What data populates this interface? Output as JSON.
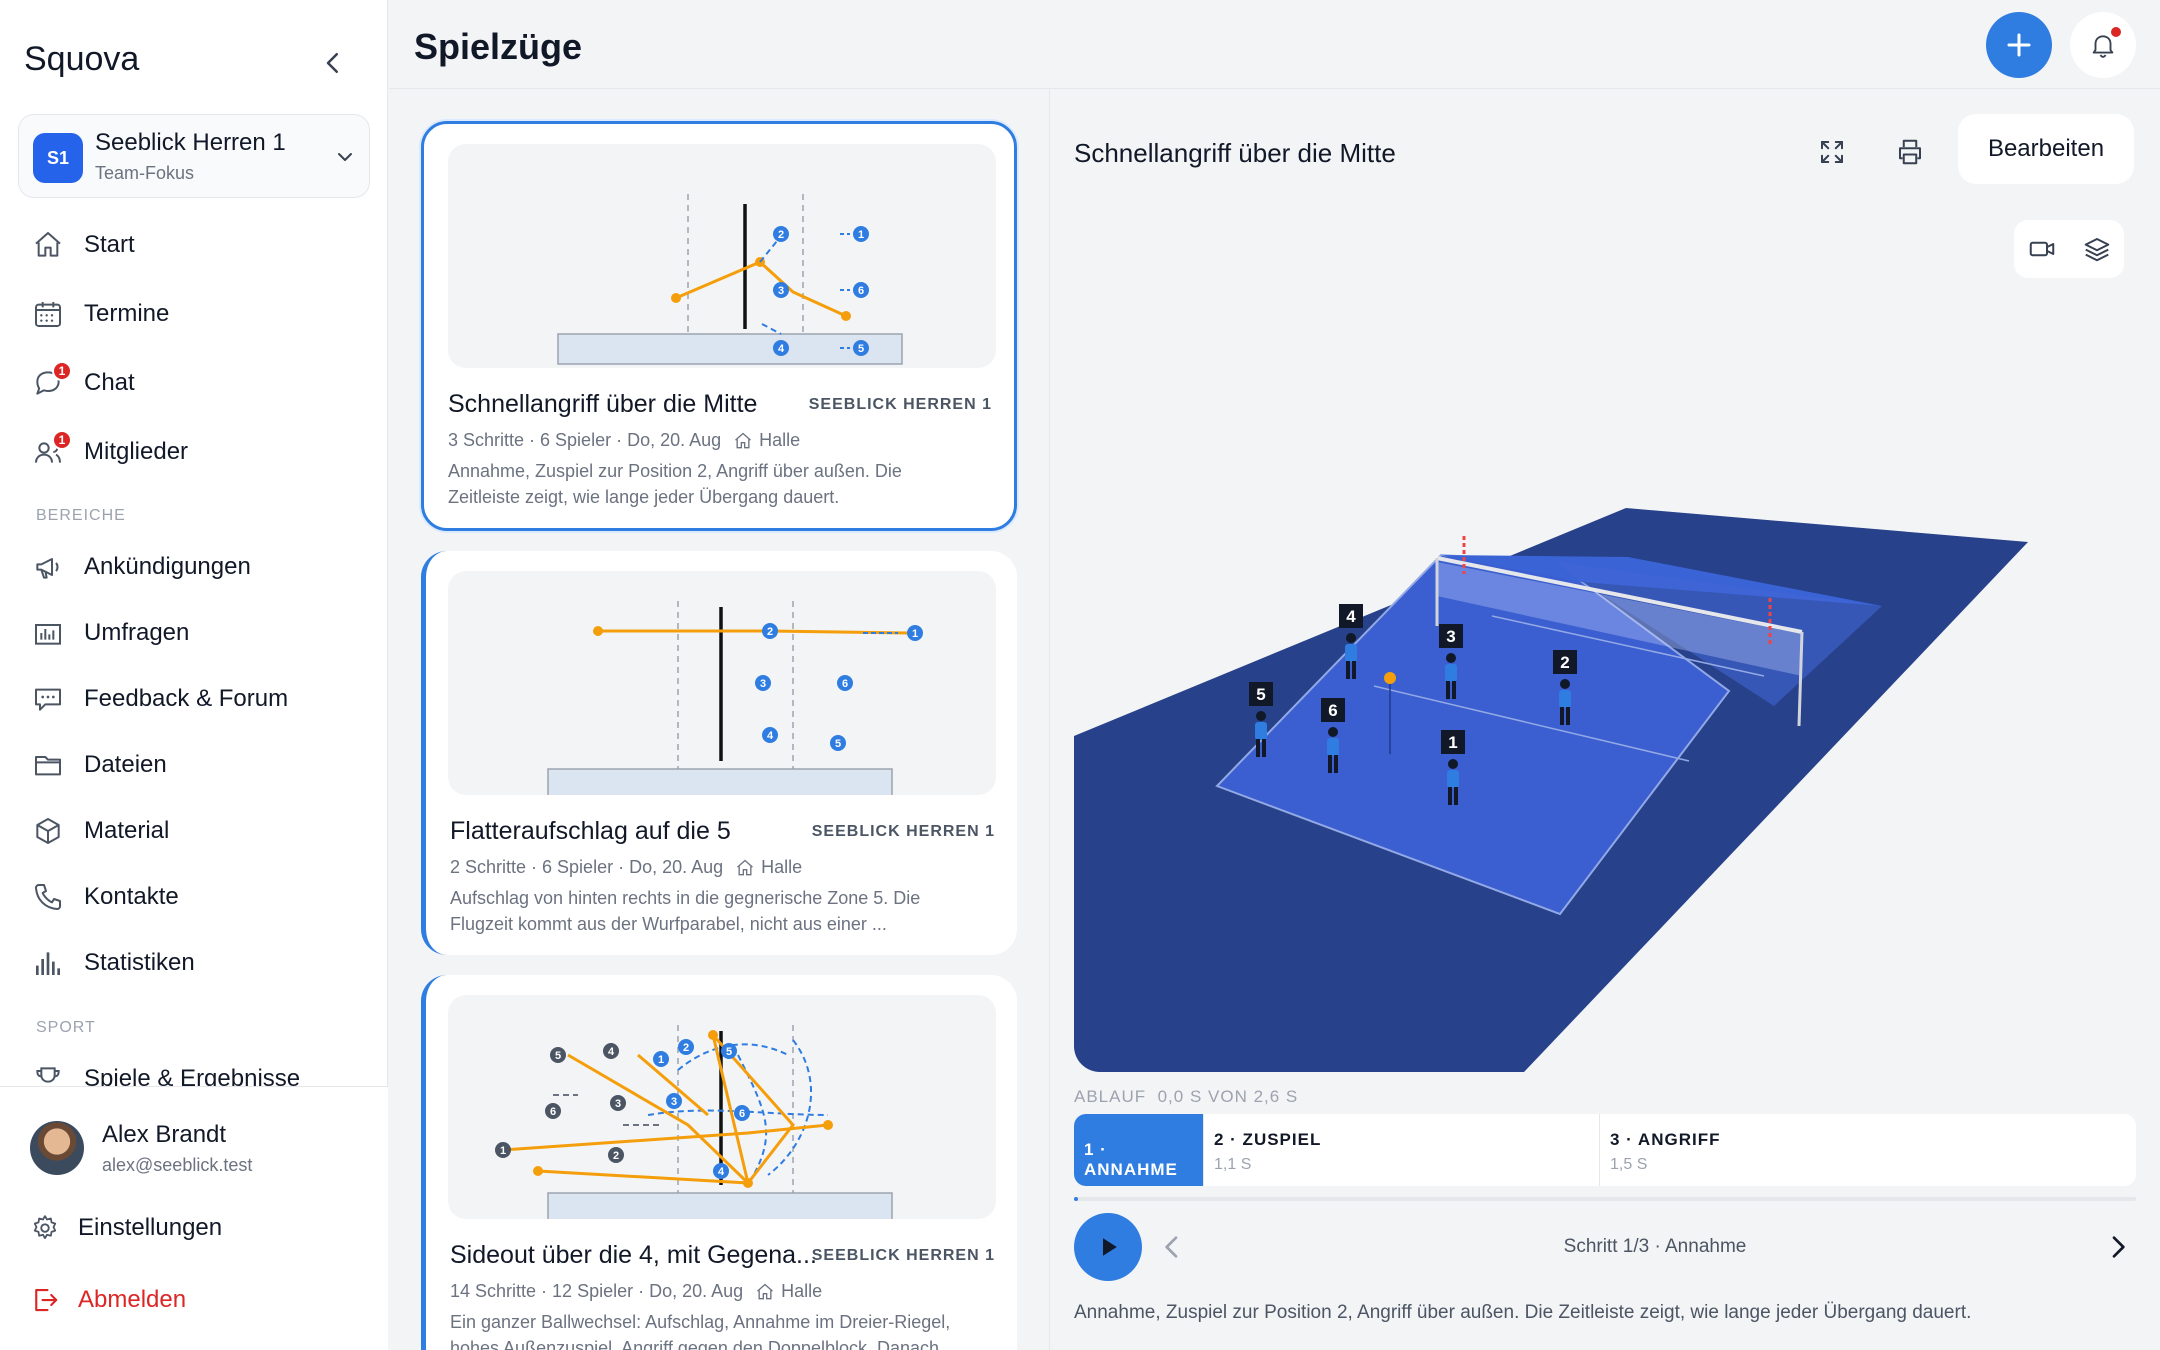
{
  "sidebar": {
    "brand": "Squova",
    "team": {
      "badge": "S1",
      "name": "Seeblick Herren 1",
      "subtitle": "Team-Fokus"
    },
    "nav_main": [
      {
        "label": "Start",
        "icon": "home-icon"
      },
      {
        "label": "Termine",
        "icon": "calendar-icon"
      },
      {
        "label": "Chat",
        "icon": "chat-icon",
        "badge": "1"
      },
      {
        "label": "Mitglieder",
        "icon": "users-icon",
        "badge": "1"
      }
    ],
    "section_bereiche": "BEREICHE",
    "nav_bereiche": [
      {
        "label": "Ankündigungen",
        "icon": "megaphone-icon"
      },
      {
        "label": "Umfragen",
        "icon": "poll-icon"
      },
      {
        "label": "Feedback & Forum",
        "icon": "forum-icon"
      },
      {
        "label": "Dateien",
        "icon": "folder-icon"
      },
      {
        "label": "Material",
        "icon": "box-icon"
      },
      {
        "label": "Kontakte",
        "icon": "phone-icon"
      },
      {
        "label": "Statistiken",
        "icon": "stats-icon"
      }
    ],
    "section_sport": "SPORT",
    "nav_sport": [
      {
        "label": "Spiele & Ergebnisse",
        "icon": "trophy-icon"
      }
    ],
    "user": {
      "name": "Alex Brandt",
      "email": "alex@seeblick.test"
    },
    "settings_label": "Einstellungen",
    "logout_label": "Abmelden"
  },
  "header": {
    "title": "Spielzüge"
  },
  "plays": [
    {
      "title": "Schnellangriff über die Mitte",
      "team": "SEEBLICK HERREN 1",
      "meta": "3 Schritte · 6 Spieler · Do, 20. Aug",
      "location": "Halle",
      "description": "Annahme, Zuspiel zur Position 2, Angriff über außen. Die Zeitleiste zeigt, wie lange jeder Übergang dauert.",
      "selected": true
    },
    {
      "title": "Flatteraufschlag auf die 5",
      "team": "SEEBLICK HERREN 1",
      "meta": "2 Schritte · 6 Spieler · Do, 20. Aug",
      "location": "Halle",
      "description": "Aufschlag von hinten rechts in die gegnerische Zone 5. Die Flugzeit kommt aus der Wurfparabel, nicht aus einer ...",
      "selected": false
    },
    {
      "title": "Sideout über die 4, mit Gegena...",
      "team": "SEEBLICK HERREN 1",
      "meta": "14 Schritte · 12 Spieler · Do, 20. Aug",
      "location": "Halle",
      "description": "Ein ganzer Ballwechsel: Aufschlag, Annahme im Dreier-Riegel, hohes Außenzuspiel, Angriff gegen den Doppelblock. Danach",
      "selected": false
    }
  ],
  "detail": {
    "title": "Schnellangriff über die Mitte",
    "edit_label": "Bearbeiten",
    "timeline_label": "ABLAUF",
    "timeline_time": "0,0 S VON 2,6 S",
    "progress": 0.0,
    "steps": [
      {
        "name": "1 · ANNAHME",
        "duration": "",
        "active": true
      },
      {
        "name": "2 · ZUSPIEL",
        "duration": "1,1 S",
        "active": false
      },
      {
        "name": "3 · ANGRIFF",
        "duration": "1,5 S",
        "active": false
      }
    ],
    "step_info": "Schritt 1/3 · Annahme",
    "description": "Annahme, Zuspiel zur Position 2, Angriff über außen. Die Zeitleiste zeigt, wie lange jeder Übergang dauert.",
    "players": [
      "5",
      "4",
      "3",
      "2",
      "6",
      "1"
    ]
  },
  "colors": {
    "accent": "#2f7de1",
    "court": "#27418a",
    "danger": "#dc2626",
    "orange": "#f59e0b"
  }
}
